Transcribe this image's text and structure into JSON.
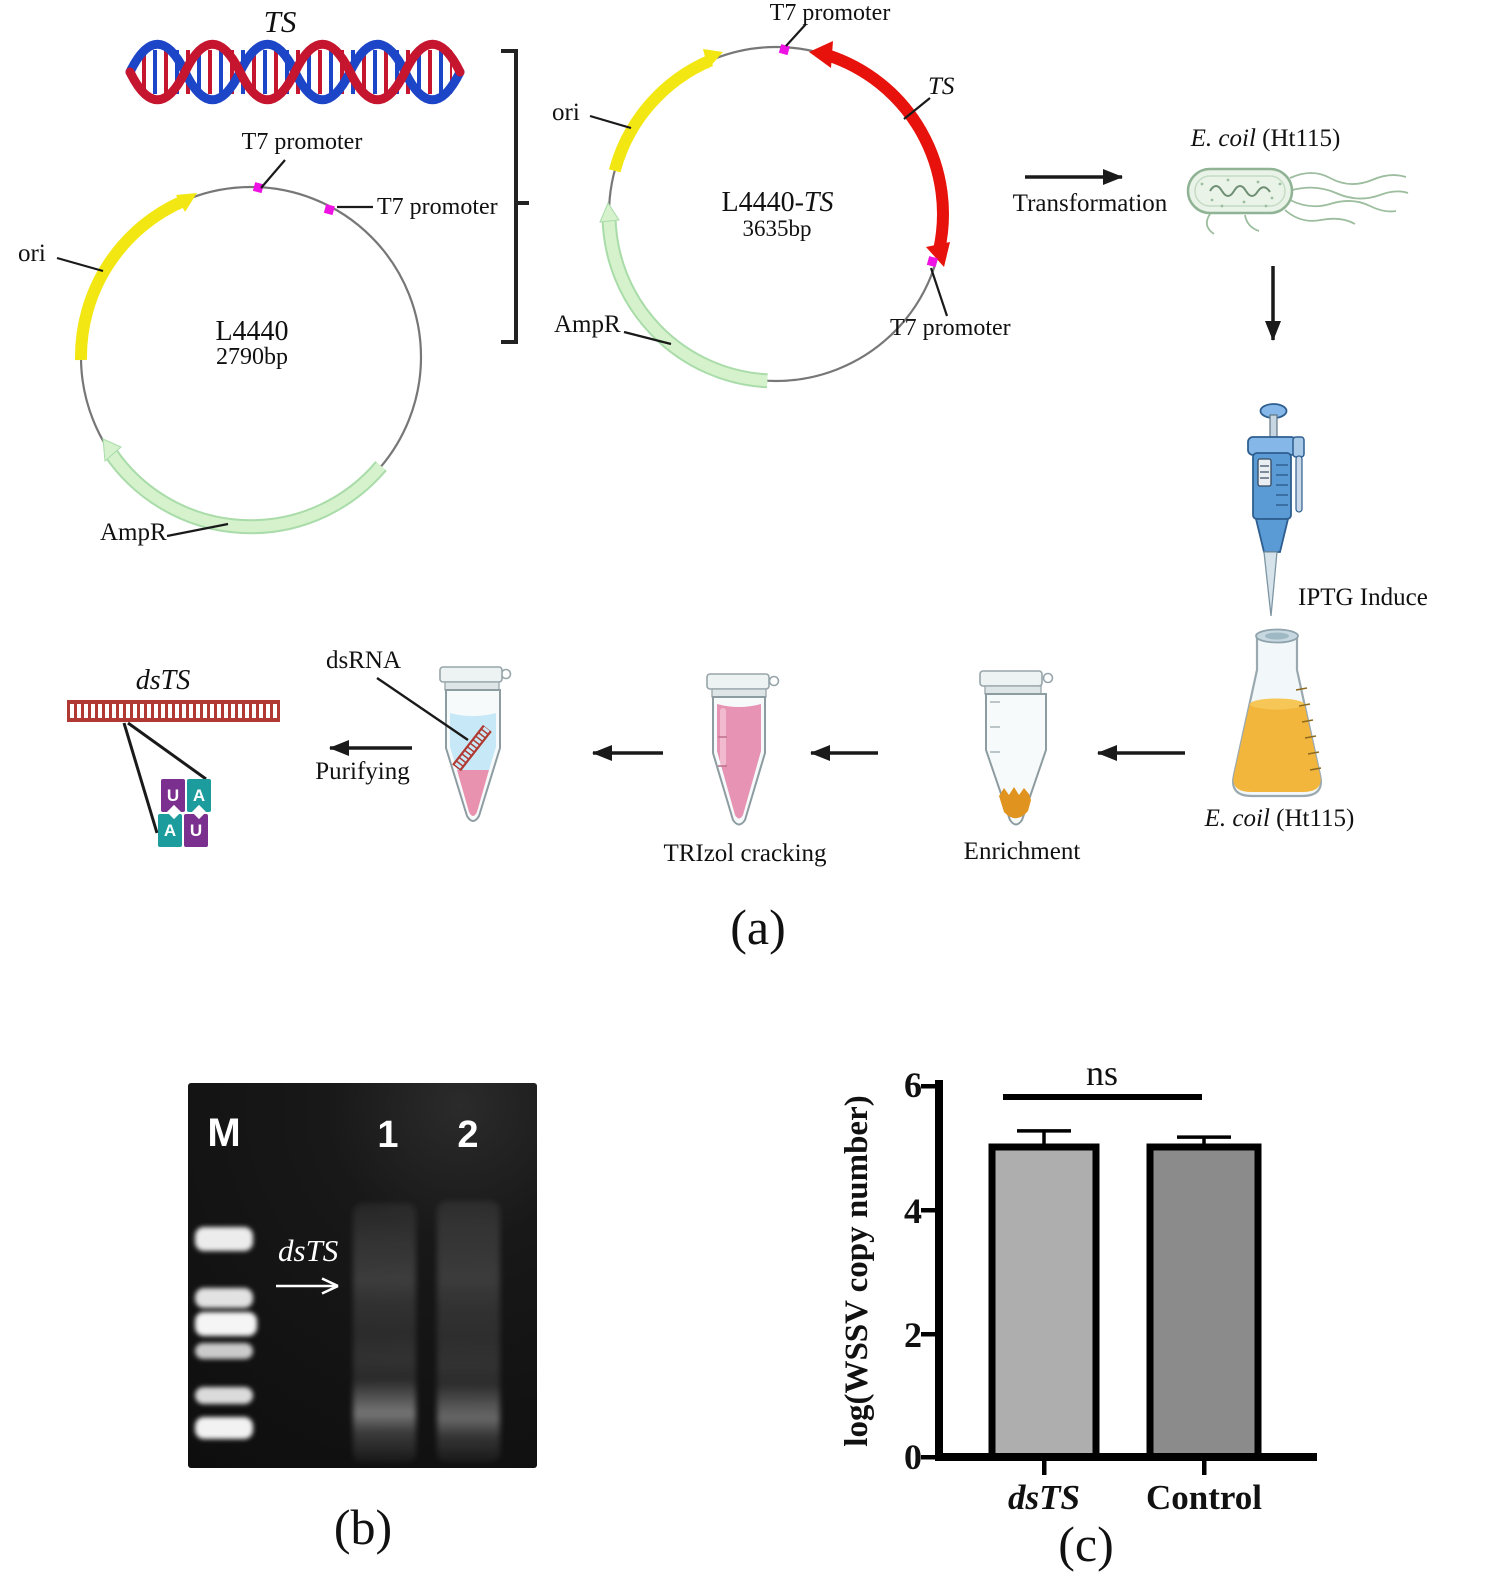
{
  "figure": {
    "caption_a": "(a)",
    "caption_b": "(b)",
    "caption_c": "(c)"
  },
  "panel_a": {
    "ts_title": "TS",
    "plasmid1": {
      "name": "L4440",
      "size": "2790bp",
      "t7_top": "T7 promoter",
      "t7_right": "T7 promoter",
      "ori": "ori",
      "ampr": "AmpR"
    },
    "plasmid2": {
      "name_prefix": "L4440-",
      "name_italic": "TS",
      "size": "3635bp",
      "t7_top": "T7 promoter",
      "t7_bottom": "T7 promoter",
      "ts_gene": "TS",
      "ori": "ori",
      "ampr": "AmpR"
    },
    "transformation": "Transformation",
    "ecoli_top_italic": "E. coil",
    "ecoli_top_rest": " (Ht115)",
    "iptg": "IPTG Induce",
    "ecoli_bottom_italic": "E. coil",
    "ecoli_bottom_rest": " (Ht115)",
    "enrichment": "Enrichment",
    "trizol": "TRIzol cracking",
    "dsrna": "dsRNA",
    "purifying": "Purifying",
    "dsts": "dsTS",
    "nucleotides": [
      "U",
      "A",
      "A",
      "U"
    ]
  },
  "panel_b": {
    "marker_lane": "M",
    "lane_1": "1",
    "lane_2": "2",
    "band_label": "dsTS"
  },
  "chart_data": {
    "type": "bar",
    "categories": [
      "dsTS",
      "Control"
    ],
    "values": [
      5.0,
      5.0
    ],
    "errors": [
      0.26,
      0.16
    ],
    "ylabel": "log(WSSV copy number)",
    "ylim": [
      0,
      6
    ],
    "yticks": [
      0,
      2,
      4,
      6
    ],
    "ytick_labels": [
      "0",
      "2",
      "4",
      "6"
    ],
    "significance": "ns",
    "legend": "none",
    "grid": "off",
    "bar_colors": [
      "#AEAEAE",
      "#8B8B8B"
    ]
  },
  "colors": {
    "plasmid_backbone": "#777777",
    "ori_yellow": "#F2E713",
    "ampr_green": "#CDEFC6",
    "ts_red": "#E8120C",
    "t7_magenta": "#EE13E3",
    "helix_blue": "#1D45C8",
    "helix_red": "#C5152F",
    "ladder_red": "#B03A33",
    "block_purple": "#7B2F8E",
    "block_teal": "#1C9C9C",
    "trizol_pink": "#E794B4",
    "pellet_orange": "#E0941F",
    "flask_liquid": "#F2B63C",
    "pipette_blue": "#5B9BD5",
    "bar_dsts": "#AEAEAE",
    "bar_control": "#8B8B8B"
  }
}
